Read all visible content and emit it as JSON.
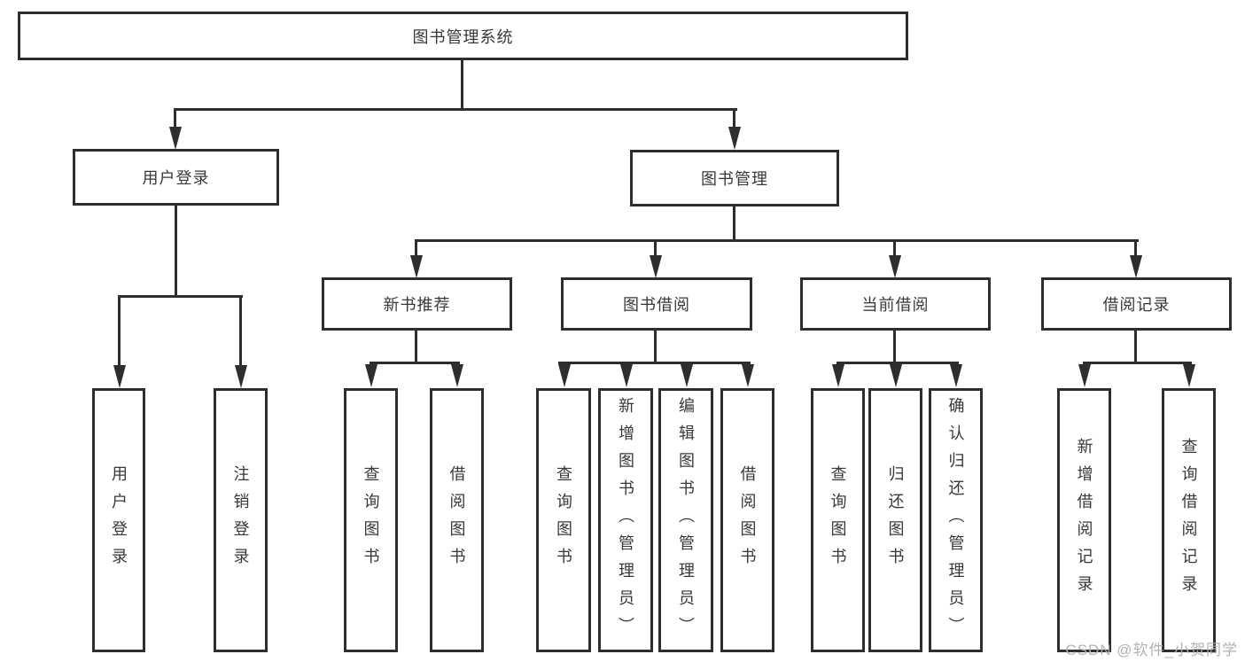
{
  "tree": {
    "root": "图书管理系统",
    "level2": {
      "user_login": "用户登录",
      "book_management": "图书管理"
    },
    "user_login_children": [
      "用户登录",
      "注销登录"
    ],
    "book_management_children": {
      "new_book_recommend": "新书推荐",
      "book_borrow": "图书借阅",
      "current_borrow": "当前借阅",
      "borrow_record": "借阅记录"
    },
    "new_book_recommend_children": [
      "查询图书",
      "借阅图书"
    ],
    "book_borrow_children": [
      "查询图书",
      "新增图书（管理员）",
      "编辑图书（管理员）",
      "借阅图书"
    ],
    "current_borrow_children": [
      "查询图书",
      "归还图书",
      "确认归还（管理员）"
    ],
    "borrow_record_children": [
      "新增借阅记录",
      "查询借阅记录"
    ]
  },
  "watermark": "CSDN @软件_小贺同学",
  "colors": {
    "line": "#2e2e2e",
    "text": "#383838",
    "background": "#ffffff",
    "watermark": "#afafaf"
  }
}
